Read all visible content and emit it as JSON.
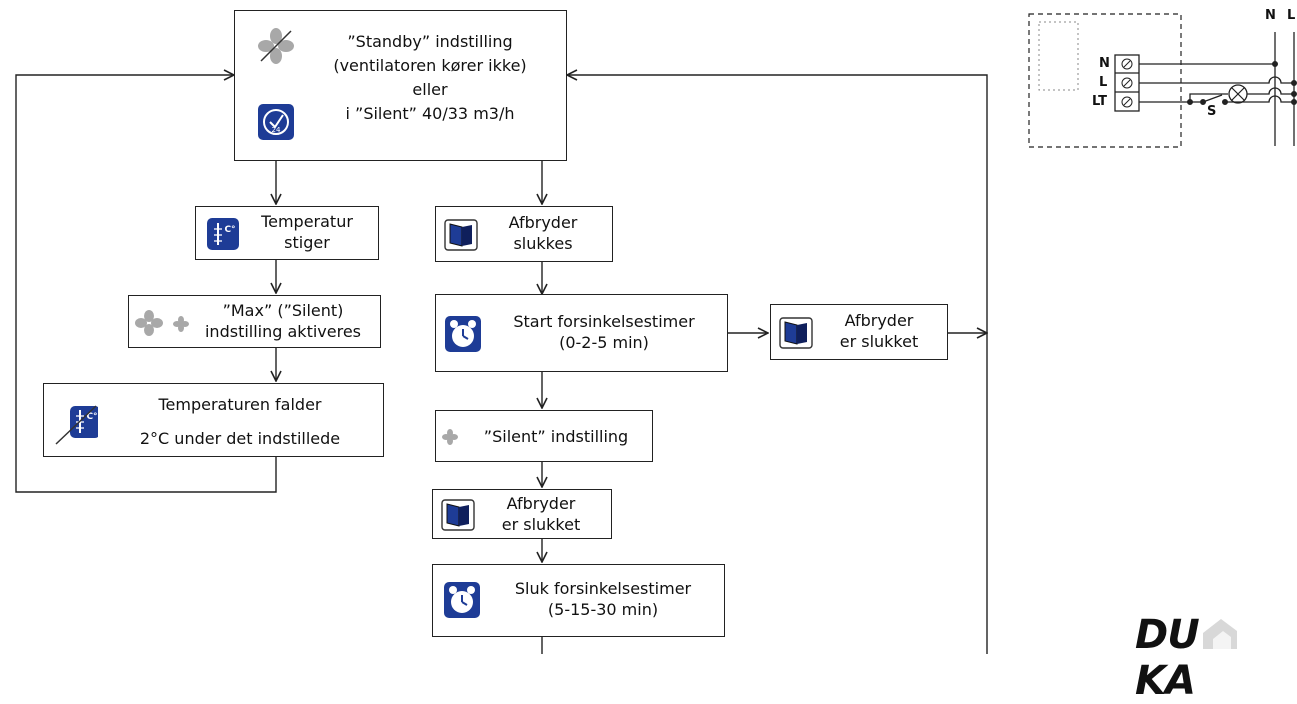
{
  "boxes": {
    "standby": {
      "lines": "”Standby” indstilling\n(ventilatoren kører ikke)\neller\ni ”Silent” 40/33 m3/h"
    },
    "temp_rises": {
      "lines": "Temperatur\nstiger"
    },
    "max_mode": {
      "lines": "”Max” (”Silent)\nindstilling aktiveres"
    },
    "temp_falls": {
      "line1": "Temperaturen falder",
      "line2": "2°C under det indstillede"
    },
    "switch_off_1": {
      "lines": "Afbryder\nslukkes"
    },
    "start_timer": {
      "lines": "Start forsinkelsestimer\n(0-2-5 min)"
    },
    "switch_is_off_right": {
      "lines": "Afbryder\ner slukket"
    },
    "silent_mode": {
      "lines": "”Silent” indstilling"
    },
    "switch_is_off_2": {
      "lines": "Afbryder\ner slukket"
    },
    "stop_timer": {
      "lines": "Sluk forsinkelsestimer\n(5-15-30 min)"
    }
  },
  "wiring": {
    "top_labels": [
      "N",
      "L"
    ],
    "terminals": [
      "N",
      "L",
      "LT"
    ],
    "switch_label": "S"
  },
  "logo": {
    "left": "DU",
    "right": "KA"
  },
  "colors": {
    "icon_blue": "#1e3c96",
    "fan_grey": "#a8a8a8",
    "line": "#222222"
  }
}
